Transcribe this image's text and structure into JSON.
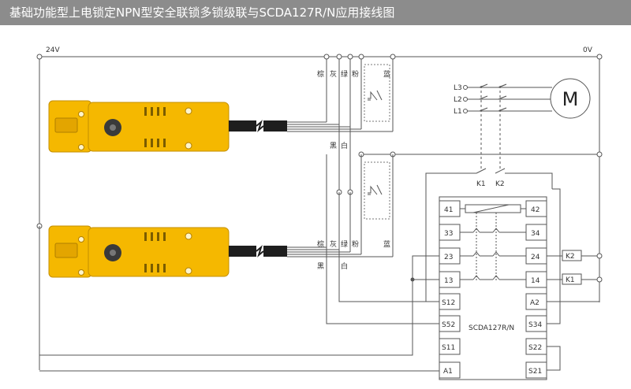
{
  "title": "基础功能型上电锁定NPN型安全联锁多锁级联与SCDA127R/N应用接线图",
  "rails": {
    "left": "24V",
    "right": "0V"
  },
  "phases": [
    "L3",
    "L2",
    "L1"
  ],
  "motor": "M",
  "contactors": [
    "K1",
    "K2"
  ],
  "wire_colors_top": [
    "棕",
    "灰",
    "绿",
    "粉",
    "蓝"
  ],
  "wire_colors_bottom": [
    "棕",
    "灰",
    "绿",
    "粉",
    "蓝"
  ],
  "signal_top": [
    "黑",
    "白"
  ],
  "signal_bottom": [
    "黑",
    "白"
  ],
  "relay": {
    "model": "SCDA127R/N",
    "left_terminals": [
      "41",
      "33",
      "23",
      "13",
      "S12",
      "S52",
      "S11",
      "A1"
    ],
    "right_terminals": [
      "42",
      "34",
      "24",
      "14",
      "A2",
      "S34",
      "S22",
      "S21"
    ]
  },
  "coils": [
    "K2",
    "K1"
  ],
  "colors": {
    "title_bar": "#8c8c8c",
    "sensor_yellow": "#f5b800",
    "wire": "#555555"
  }
}
